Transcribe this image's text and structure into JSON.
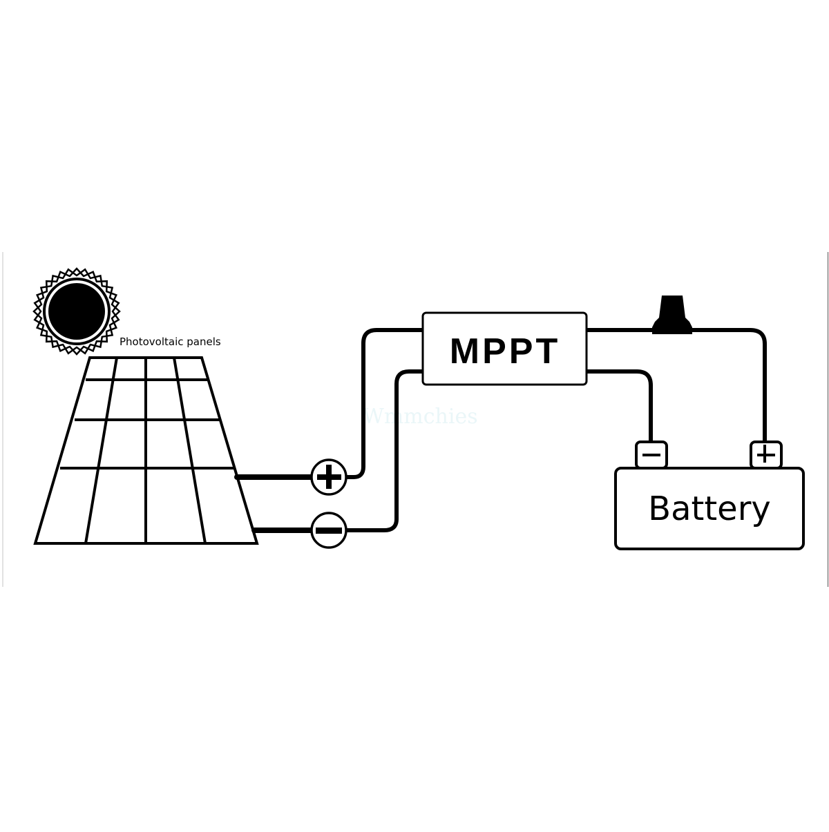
{
  "diagram": {
    "title": "Solar MPPT charging wiring diagram",
    "colors": {
      "line": "#000000",
      "background": "#ffffff",
      "watermark": "#d6eef2"
    },
    "sun": {
      "icon": "sun-icon"
    },
    "panel": {
      "label": "Photovoltaic panels",
      "rows": 4,
      "columns": 4
    },
    "controller": {
      "label": "MPPT"
    },
    "battery": {
      "label": "Battery",
      "negative_terminal": "−",
      "positive_terminal": "+"
    },
    "fuse": {
      "icon": "fuse-holder-icon"
    },
    "connectors": [
      {
        "polarity": "positive",
        "symbol": "+",
        "icon": "plus-connector-icon"
      },
      {
        "polarity": "negative",
        "symbol": "−",
        "icon": "minus-connector-icon"
      }
    ],
    "watermark": "Wmmchies"
  }
}
